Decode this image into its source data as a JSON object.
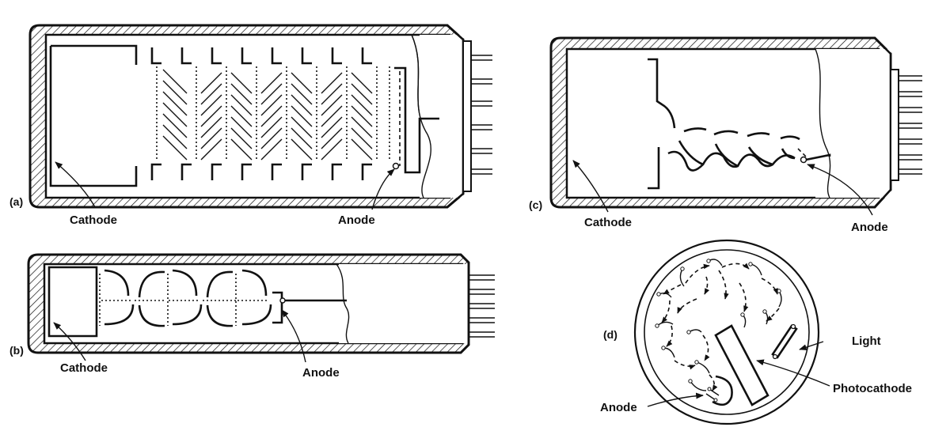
{
  "panels": {
    "a": {
      "tag": "(a)",
      "cathode": "Cathode",
      "anode": "Anode"
    },
    "b": {
      "tag": "(b)",
      "cathode": "Cathode",
      "anode": "Anode"
    },
    "c": {
      "tag": "(c)",
      "cathode": "Cathode",
      "anode": "Anode"
    },
    "d": {
      "tag": "(d)",
      "light": "Light",
      "photocathode": "Photocathode",
      "anode": "Anode"
    }
  }
}
